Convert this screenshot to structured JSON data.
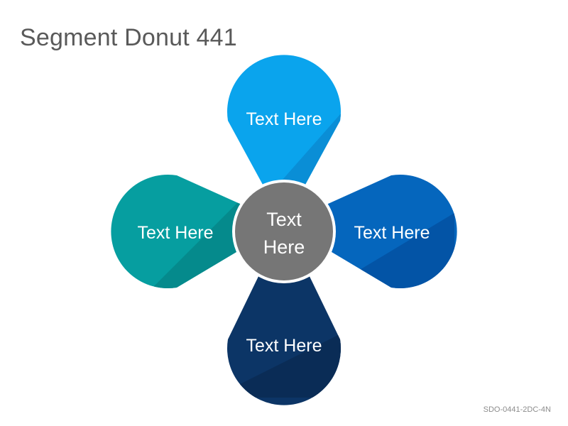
{
  "title": "Segment Donut 441",
  "footer_code": "SDO-0441-2DC-4N",
  "center": {
    "label_line1": "Text",
    "label_line2": "Here",
    "color": "#767676"
  },
  "petals": {
    "top": {
      "label": "Text Here",
      "color": "#0aa4ed",
      "color_dark": "#0a8ed6"
    },
    "right": {
      "label": "Text Here",
      "color": "#0566bd",
      "color_dark": "#0354a6"
    },
    "bottom": {
      "label": "Text Here",
      "color": "#0c3566",
      "color_dark": "#0a2c56"
    },
    "left": {
      "label": "Text Here",
      "color": "#069ea0",
      "color_dark": "#058a8c"
    }
  }
}
